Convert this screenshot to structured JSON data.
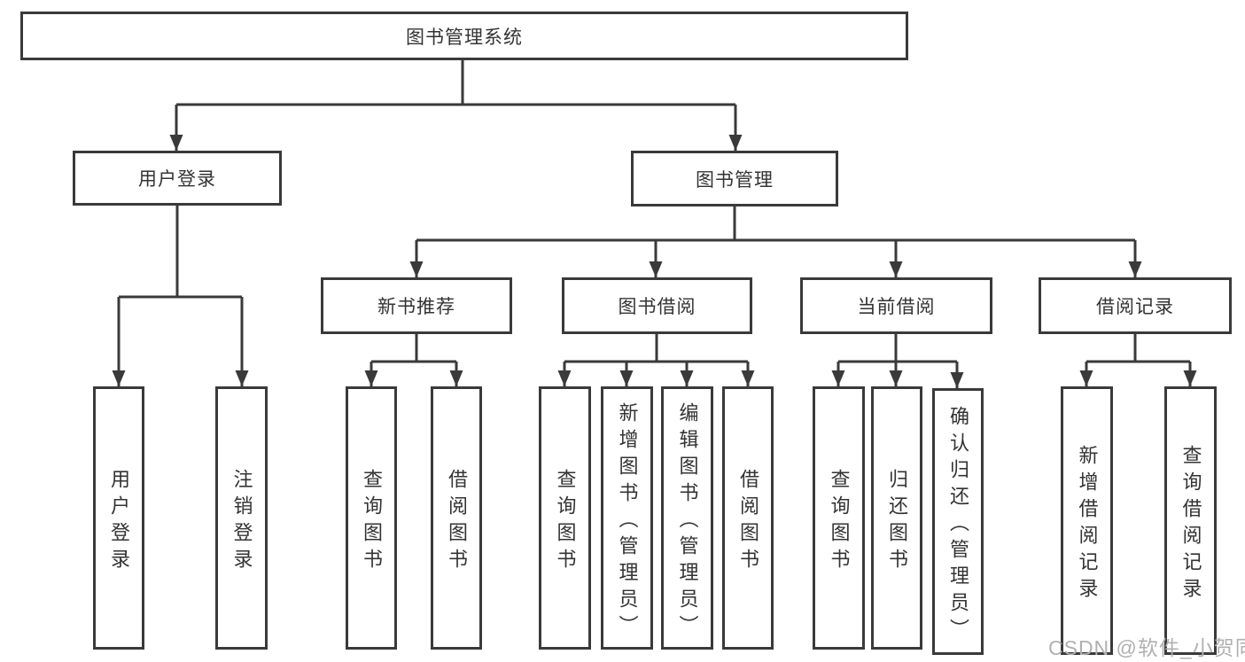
{
  "tree": {
    "root": {
      "label": "图书管理系统",
      "children": [
        {
          "label": "用户登录",
          "children": [
            {
              "label": "用户登录"
            },
            {
              "label": "注销登录"
            }
          ]
        },
        {
          "label": "图书管理",
          "children": [
            {
              "label": "新书推荐",
              "children": [
                {
                  "label": "查询图书"
                },
                {
                  "label": "借阅图书"
                }
              ]
            },
            {
              "label": "图书借阅",
              "children": [
                {
                  "label": "查询图书"
                },
                {
                  "label": "新增图书（管理员）"
                },
                {
                  "label": "编辑图书（管理员）"
                },
                {
                  "label": "借阅图书"
                }
              ]
            },
            {
              "label": "当前借阅",
              "children": [
                {
                  "label": "查询图书"
                },
                {
                  "label": "归还图书"
                },
                {
                  "label": "确认归还（管理员）"
                }
              ]
            },
            {
              "label": "借阅记录",
              "children": [
                {
                  "label": "新增借阅记录"
                },
                {
                  "label": "查询借阅记录"
                }
              ]
            }
          ]
        }
      ]
    }
  },
  "watermark": "CSDN @软件_小贺同学",
  "colors": {
    "line": "#3a3a3a",
    "text": "#333333",
    "watermark": "#b0b0b0",
    "background": "#ffffff"
  }
}
